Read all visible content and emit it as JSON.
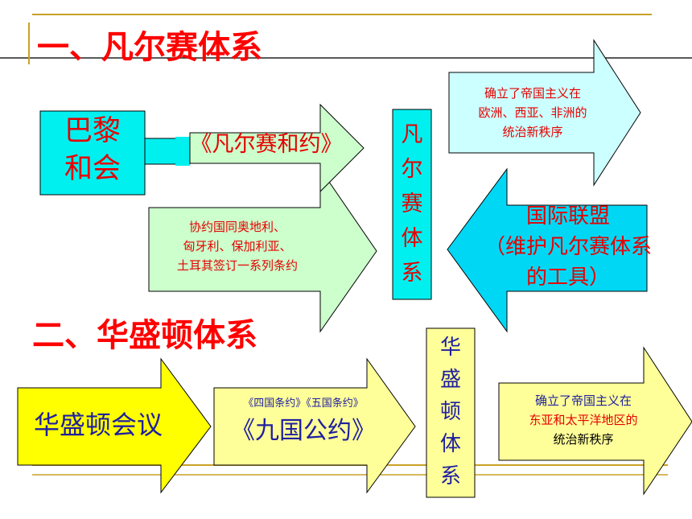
{
  "colors": {
    "heading_red": "#ff0000",
    "text_red": "#e60000",
    "text_blue": "#1f1fa0",
    "text_black": "#000000",
    "gold_line": "#c9a227",
    "cyan": "#00f0f0",
    "light_cyan": "#ccffff",
    "light_green": "#ccffcc",
    "deep_sky": "#00d7f5",
    "yellow": "#ffff00",
    "light_yellow": "#ffff99"
  },
  "section1": {
    "title": "一、凡尔赛体系",
    "paris_conference": [
      "巴黎",
      "和会"
    ],
    "versailles_treaty": "《凡尔赛和约》",
    "other_treaties": [
      "协约国同奥地利、",
      "匈牙利、保加利亚、",
      "土耳其签订一系列条约"
    ],
    "system_name": [
      "凡",
      "尔",
      "赛",
      "体",
      "系"
    ],
    "result": [
      "确立了帝国主义在",
      "欧洲、西亚、非洲的",
      "统治新秩序"
    ],
    "league": [
      "国际联盟",
      "（维护凡尔赛体系",
      "的工具）"
    ]
  },
  "section2": {
    "title": "二、华盛顿体系",
    "conference": "华盛顿会议",
    "treaties_small": "《四国条约》《五国条约》",
    "nine_power": "《九国公约》",
    "system_name": [
      "华",
      "盛",
      "顿",
      "体",
      "系"
    ],
    "result_line1": "确立了帝国主义在",
    "result_line2": "东亚和太平洋地区的",
    "result_line3": "统治新秩序"
  }
}
